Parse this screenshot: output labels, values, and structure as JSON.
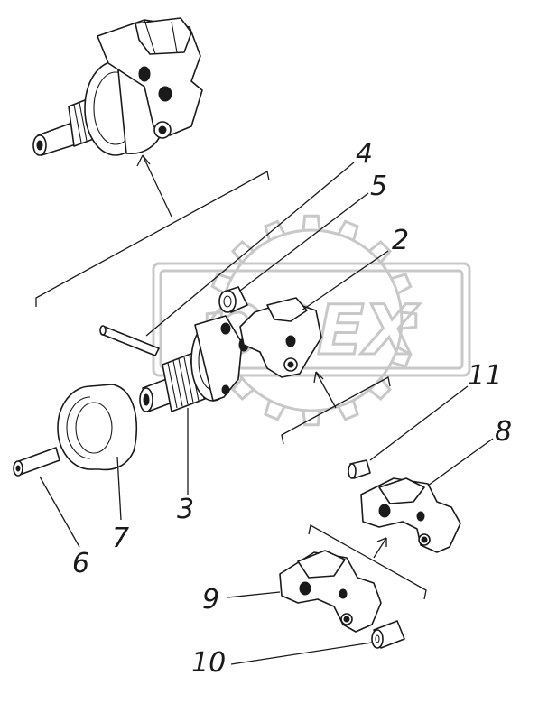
{
  "watermark": {
    "text": "OREX",
    "color": "#c8c8c8"
  },
  "callouts": {
    "c2": "2",
    "c3": "3",
    "c4": "4",
    "c5": "5",
    "c6": "6",
    "c7": "7",
    "c8": "8",
    "c9": "9",
    "c10": "10",
    "c11": "11"
  }
}
